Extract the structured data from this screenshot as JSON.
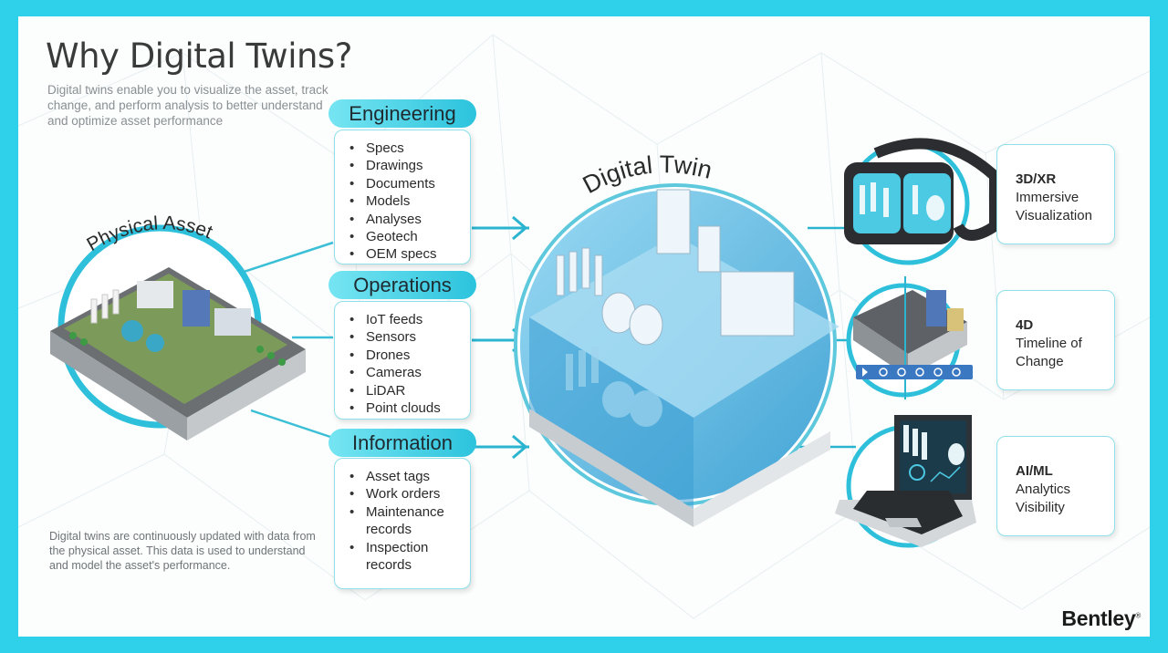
{
  "title": "Why Digital Twins?",
  "subtitle": "Digital twins enable you to visualize the asset, track change, and perform analysis to better understand and optimize asset performance",
  "footnote": "Digital twins are continuously updated with data from the physical asset. This data is used to understand and model the asset's performance.",
  "physical_asset_label": "Physical Asset",
  "digital_twin_label": "Digital Twin",
  "categories": [
    {
      "label": "Engineering",
      "items": [
        "Specs",
        "Drawings",
        "Documents",
        "Models",
        "Analyses",
        "Geotech",
        "OEM specs"
      ]
    },
    {
      "label": "Operations",
      "items": [
        "IoT feeds",
        "Sensors",
        "Drones",
        "Cameras",
        "LiDAR",
        "Point clouds"
      ]
    },
    {
      "label": "Information",
      "items": [
        "Asset tags",
        "Work orders",
        "Maintenance records",
        "Inspection records"
      ]
    }
  ],
  "outputs": [
    {
      "title": "3D/XR",
      "line1": "Immersive",
      "line2": "Visualization",
      "icon": "vr-headset-icon"
    },
    {
      "title": "4D",
      "line1": "Timeline of",
      "line2": "Change",
      "icon": "timeline-model-icon"
    },
    {
      "title": "AI/ML",
      "line1": "Analytics",
      "line2": "Visibility",
      "icon": "laptop-analytics-icon"
    }
  ],
  "brand": {
    "name": "Bentley",
    "mark": "®"
  },
  "colors": {
    "frame": "#2fd0ea",
    "accent": "#2cc3dd",
    "connector": "#3bbfd6",
    "twin_blue": "#4fb6e6"
  }
}
